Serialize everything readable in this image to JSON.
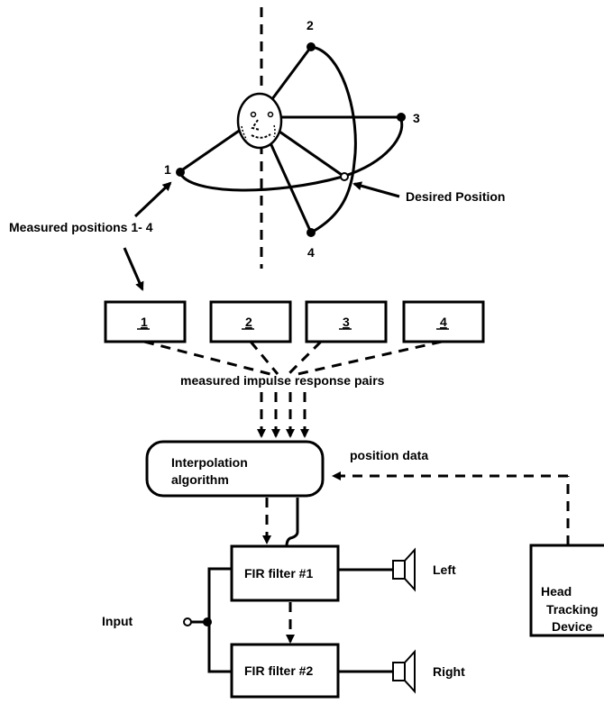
{
  "positions": {
    "p1": "1",
    "p2": "2",
    "p3": "3",
    "p4": "4"
  },
  "labels": {
    "desired_position": "Desired Position",
    "measured_positions": "Measured positions 1- 4",
    "impulse_pairs": "measured impulse response pairs",
    "position_data": "position data",
    "interpolation_line1": "Interpolation",
    "interpolation_line2": "algorithm",
    "fir1": "FIR filter #1",
    "fir2": "FIR filter #2",
    "left": "Left",
    "right": "Right",
    "input": "Input",
    "head_line1": "Head",
    "head_line2": "Tracking",
    "head_line3": "Device"
  },
  "boxes": [
    "1",
    "2",
    "3",
    "4"
  ]
}
